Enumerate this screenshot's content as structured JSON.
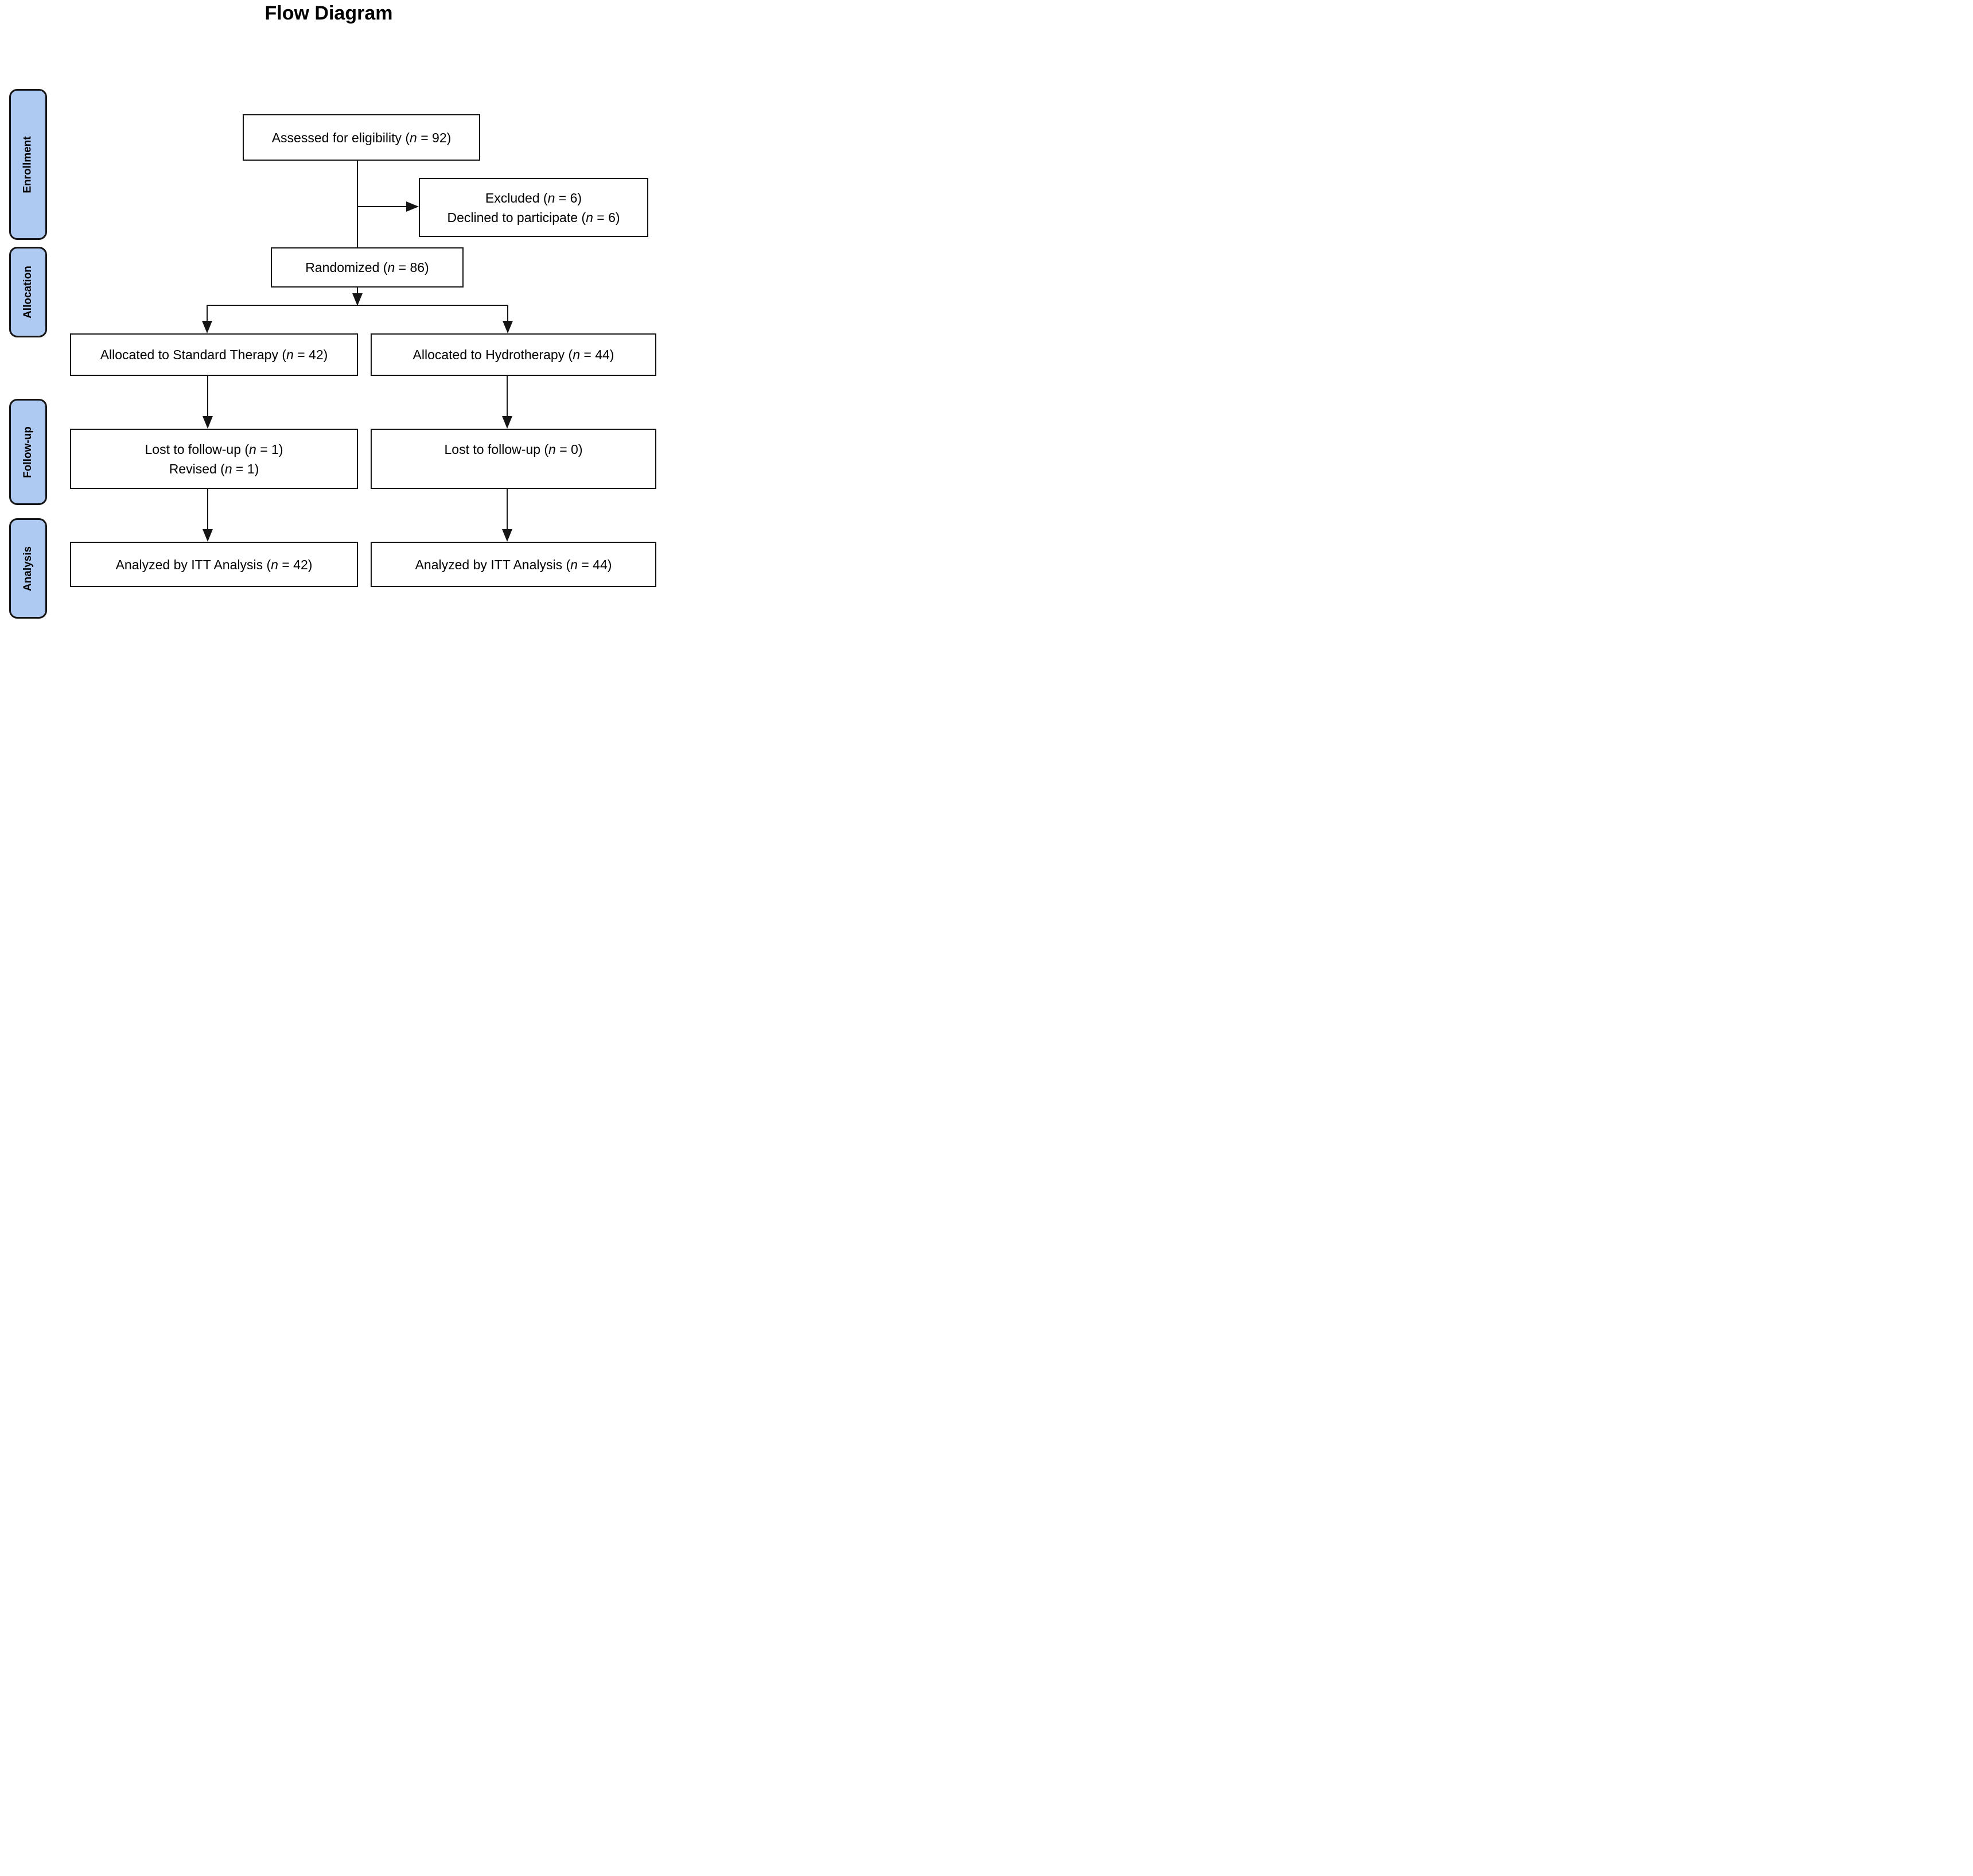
{
  "title": "Flow Diagram",
  "colors": {
    "phase_fill": "#aecaf3",
    "box_border": "#151515",
    "line": "#151515",
    "text": "#000000",
    "background": "#ffffff"
  },
  "sidebar": {
    "sections": [
      {
        "label": "Enrollment"
      },
      {
        "label": "Allocation"
      },
      {
        "label": "Follow-up"
      },
      {
        "label": "Analysis"
      }
    ]
  },
  "boxes": {
    "assessed": {
      "lines": [
        {
          "pre": "Assessed for eligibility (",
          "n": "n",
          "post": " = 92)"
        }
      ]
    },
    "excluded": {
      "lines": [
        {
          "pre": "Excluded (",
          "n": "n",
          "post": " = 6)"
        },
        {
          "pre": "Declined to participate (",
          "n": "n",
          "post": " = 6)"
        }
      ]
    },
    "randomized": {
      "lines": [
        {
          "pre": "Randomized (",
          "n": "n",
          "post": " = 86)"
        }
      ]
    },
    "allocated_standard": {
      "lines": [
        {
          "pre": "Allocated to Standard Therapy (",
          "n": "n",
          "post": " = 42)"
        }
      ]
    },
    "allocated_hydro": {
      "lines": [
        {
          "pre": "Allocated to Hydrotherapy (",
          "n": "n",
          "post": " = 44)"
        }
      ]
    },
    "lost_standard": {
      "lines": [
        {
          "pre": "Lost to follow-up (",
          "n": "n",
          "post": " = 1)"
        },
        {
          "pre": "Revised (",
          "n": "n",
          "post": " = 1)"
        }
      ]
    },
    "lost_hydro": {
      "lines": [
        {
          "pre": "Lost to follow-up (",
          "n": "n",
          "post": " = 0)"
        }
      ]
    },
    "analyzed_standard": {
      "lines": [
        {
          "pre": "Analyzed by ITT Analysis (",
          "n": "n",
          "post": " = 42)"
        }
      ]
    },
    "analyzed_hydro": {
      "lines": [
        {
          "pre": "Analyzed by ITT Analysis (",
          "n": "n",
          "post": " = 44)"
        }
      ]
    }
  }
}
